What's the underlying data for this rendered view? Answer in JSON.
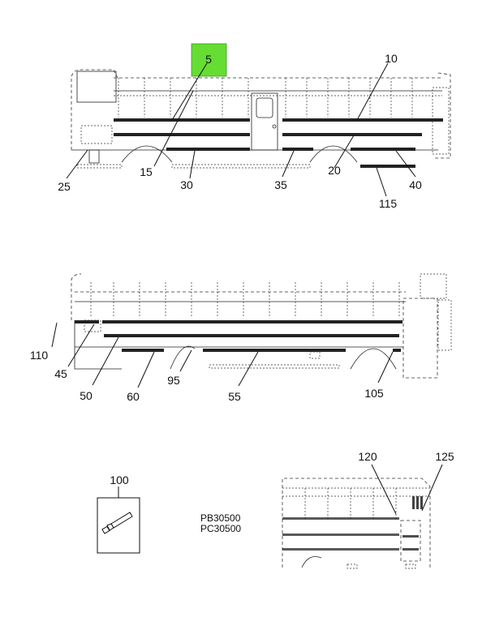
{
  "highlight_color": "#66dd33",
  "callouts": {
    "c5": "5",
    "c10": "10",
    "c15": "15",
    "c20": "20",
    "c25": "25",
    "c30": "30",
    "c35": "35",
    "c40": "40",
    "c115": "115",
    "c110": "110",
    "c45": "45",
    "c50": "50",
    "c60": "60",
    "c95": "95",
    "c55": "55",
    "c105": "105",
    "c100": "100",
    "c120": "120",
    "c125": "125"
  },
  "part_codes": [
    "PB30500",
    "PC30500"
  ],
  "icons": {
    "tube": "adhesive-tube-icon"
  }
}
